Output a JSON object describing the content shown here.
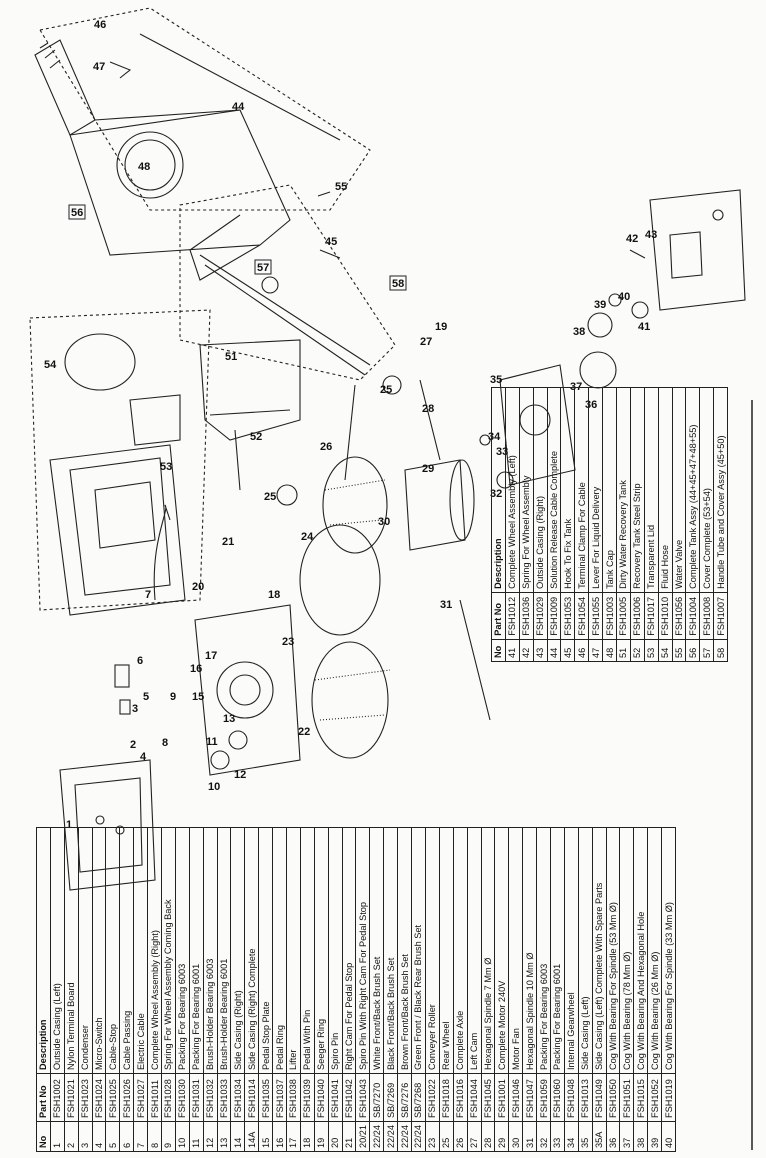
{
  "table_a": {
    "headers": {
      "no": "No",
      "part_no": "Part No",
      "description": "Description"
    },
    "rows": [
      {
        "no": "1",
        "part_no": "FSH1002",
        "description": "Outside Casing (Left)"
      },
      {
        "no": "2",
        "part_no": "FSH1021",
        "description": "Nylon Terminal Board"
      },
      {
        "no": "3",
        "part_no": "FSH1023",
        "description": "Condenser"
      },
      {
        "no": "4",
        "part_no": "FSH1024",
        "description": "Micro-Switch"
      },
      {
        "no": "5",
        "part_no": "FSH1025",
        "description": "Cable-Stop"
      },
      {
        "no": "6",
        "part_no": "FSH1026",
        "description": "Cable Passing"
      },
      {
        "no": "7",
        "part_no": "FSH1027",
        "description": "Electric Cable"
      },
      {
        "no": "8",
        "part_no": "FSH1011",
        "description": "Complete Wheel Assembly (Right)"
      },
      {
        "no": "9",
        "part_no": "FSH1028",
        "description": "Spring For Wheel Assembly Coming Back"
      },
      {
        "no": "10",
        "part_no": "FSH1030",
        "description": "Packing For Bearing 6003"
      },
      {
        "no": "11",
        "part_no": "FSH1031",
        "description": "Packing For Bearing 6001"
      },
      {
        "no": "12",
        "part_no": "FSH1032",
        "description": "Brush-Holder Bearing 6003"
      },
      {
        "no": "13",
        "part_no": "FSH1033",
        "description": "Brush-Holder Bearing 6001"
      },
      {
        "no": "14",
        "part_no": "FSH1034",
        "description": "Side Casing (Right)"
      },
      {
        "no": "14A",
        "part_no": "FSH1014",
        "description": "Side Casing (Right) Complete"
      },
      {
        "no": "15",
        "part_no": "FSH1035",
        "description": "Pedal Stop Plate"
      },
      {
        "no": "16",
        "part_no": "FSH1037",
        "description": "Pedal Ring"
      },
      {
        "no": "17",
        "part_no": "FSH1038",
        "description": "Lifter"
      },
      {
        "no": "18",
        "part_no": "FSH1039",
        "description": "Pedal With Pin"
      },
      {
        "no": "19",
        "part_no": "FSH1040",
        "description": "Seeger Ring"
      },
      {
        "no": "20",
        "part_no": "FSH1041",
        "description": "Spiro Pin"
      },
      {
        "no": "21",
        "part_no": "FSH1042",
        "description": "Right Cam For Pedal Stop"
      },
      {
        "no": "20/21",
        "part_no": "FSH1043",
        "description": "Spiro Pin With Right Cam For Pedal Stop"
      },
      {
        "no": "22/24",
        "part_no": "SB/7270",
        "description": "White Front/Back Brush Set"
      },
      {
        "no": "22/24",
        "part_no": "SB/7269",
        "description": "Black Front/Back Brush Set"
      },
      {
        "no": "22/24",
        "part_no": "SB/7276",
        "description": "Brown Front/Back Brush Set"
      },
      {
        "no": "22/24",
        "part_no": "SB/7268",
        "description": "Green Front / Black Rear Brush Set"
      },
      {
        "no": "23",
        "part_no": "FSH1022",
        "description": "Conveyer Roller"
      },
      {
        "no": "25",
        "part_no": "FSH1018",
        "description": "Rear Wheel"
      },
      {
        "no": "26",
        "part_no": "FSH1016",
        "description": "Complete Axle"
      },
      {
        "no": "27",
        "part_no": "FSH1044",
        "description": "Left Cam"
      },
      {
        "no": "28",
        "part_no": "FSH1045",
        "description": "Hexagonal Spindle 7 Mm Ø"
      },
      {
        "no": "29",
        "part_no": "FSH1001",
        "description": "Complete Motor 240V"
      },
      {
        "no": "30",
        "part_no": "FSH1046",
        "description": "Motor Fan"
      },
      {
        "no": "31",
        "part_no": "FSH1047",
        "description": "Hexagonal Spindle 10 Mm Ø"
      },
      {
        "no": "32",
        "part_no": "FSH1059",
        "description": "Packing For Bearing 6003"
      },
      {
        "no": "33",
        "part_no": "FSH1060",
        "description": "Packing For Bearing 6001"
      },
      {
        "no": "34",
        "part_no": "FSH1048",
        "description": "Internal Gearwheel"
      },
      {
        "no": "35",
        "part_no": "FSH1013",
        "description": "Side Casing (Left)"
      },
      {
        "no": "35A",
        "part_no": "FSH1049",
        "description": "Side Casing (Left) Complete With Spare Parts"
      },
      {
        "no": "36",
        "part_no": "FSH1050",
        "description": "Cog With Bearing For Spindle (53 Mm Ø)"
      },
      {
        "no": "37",
        "part_no": "FSH1051",
        "description": "Cog With Bearing (78 Mm Ø)"
      },
      {
        "no": "38",
        "part_no": "FSH1015",
        "description": "Cog With Bearing And Hexagonal Hole"
      },
      {
        "no": "39",
        "part_no": "FSH1052",
        "description": "Cog With Bearing (26 Mm Ø)"
      },
      {
        "no": "40",
        "part_no": "FSH1019",
        "description": "Cog With Bearing For Spindle (33 Mm Ø)"
      }
    ]
  },
  "table_b": {
    "headers": {
      "no": "No",
      "part_no": "Part No",
      "description": "Description"
    },
    "rows": [
      {
        "no": "41",
        "part_no": "FSH1012",
        "description": "Complete Wheel Assembly (Left)"
      },
      {
        "no": "42",
        "part_no": "FSH1036",
        "description": "Spring For Wheel Assembly"
      },
      {
        "no": "43",
        "part_no": "FSH1029",
        "description": "Outside Casing (Right)"
      },
      {
        "no": "44",
        "part_no": "FSH1009",
        "description": "Solution Release Cable Complete"
      },
      {
        "no": "45",
        "part_no": "FSH1053",
        "description": "Hook To Fix Tank"
      },
      {
        "no": "46",
        "part_no": "FSH1054",
        "description": "Terminal Clamp For Cable"
      },
      {
        "no": "47",
        "part_no": "FSH1055",
        "description": "Lever For Liquid Delivery"
      },
      {
        "no": "48",
        "part_no": "FSH1003",
        "description": "Tank Cap"
      },
      {
        "no": "51",
        "part_no": "FSH1005",
        "description": "Dirty Water Recovery Tank"
      },
      {
        "no": "52",
        "part_no": "FSH1006",
        "description": "Recovery Tank Steel Strip"
      },
      {
        "no": "53",
        "part_no": "FSH1017",
        "description": "Transparent Lid"
      },
      {
        "no": "54",
        "part_no": "FSH1010",
        "description": "Fluid Hose"
      },
      {
        "no": "55",
        "part_no": "FSH1056",
        "description": "Water Valve"
      },
      {
        "no": "56",
        "part_no": "FSH1004",
        "description": "Complete Tank Assy (44+45+47+48+55)"
      },
      {
        "no": "57",
        "part_no": "FSH1008",
        "description": "Cover Complete (53+54)"
      },
      {
        "no": "58",
        "part_no": "FSH1007",
        "description": "Handle Tube and Cover Assy (45+50)"
      }
    ]
  },
  "callouts": [
    {
      "label": "1"
    },
    {
      "label": "2"
    },
    {
      "label": "3"
    },
    {
      "label": "4"
    },
    {
      "label": "5"
    },
    {
      "label": "6"
    },
    {
      "label": "7"
    },
    {
      "label": "8"
    },
    {
      "label": "9"
    },
    {
      "label": "10"
    },
    {
      "label": "11"
    },
    {
      "label": "12"
    },
    {
      "label": "13"
    },
    {
      "label": "15"
    },
    {
      "label": "16"
    },
    {
      "label": "17"
    },
    {
      "label": "18"
    },
    {
      "label": "19"
    },
    {
      "label": "20"
    },
    {
      "label": "21"
    },
    {
      "label": "22"
    },
    {
      "label": "23"
    },
    {
      "label": "24"
    },
    {
      "label": "25"
    },
    {
      "label": "25"
    },
    {
      "label": "26"
    },
    {
      "label": "27"
    },
    {
      "label": "28"
    },
    {
      "label": "29"
    },
    {
      "label": "30"
    },
    {
      "label": "31"
    },
    {
      "label": "32"
    },
    {
      "label": "33"
    },
    {
      "label": "34"
    },
    {
      "label": "35"
    },
    {
      "label": "36"
    },
    {
      "label": "37"
    },
    {
      "label": "38"
    },
    {
      "label": "39"
    },
    {
      "label": "40"
    },
    {
      "label": "41"
    },
    {
      "label": "42"
    },
    {
      "label": "43"
    },
    {
      "label": "44"
    },
    {
      "label": "45"
    },
    {
      "label": "46"
    },
    {
      "label": "47"
    },
    {
      "label": "48"
    },
    {
      "label": "51"
    },
    {
      "label": "52"
    },
    {
      "label": "53"
    },
    {
      "label": "54"
    },
    {
      "label": "55"
    }
  ],
  "boxed_labels": [
    {
      "label": "56"
    },
    {
      "label": "57"
    },
    {
      "label": "58"
    }
  ],
  "colors": {
    "ink": "#111111",
    "paper": "#fbfbf9"
  }
}
